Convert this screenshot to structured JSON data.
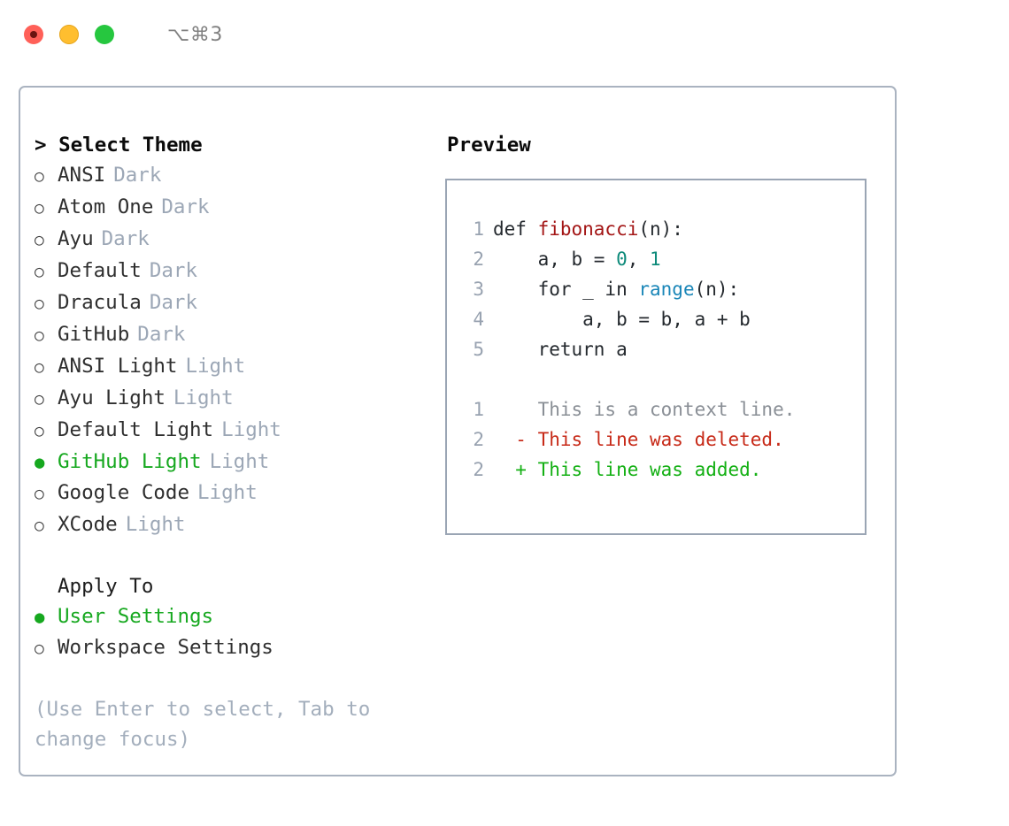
{
  "titlebar": {
    "buttons": [
      {
        "name": "close",
        "color": "#ff6058"
      },
      {
        "name": "minimize",
        "color": "#ffbe2f"
      },
      {
        "name": "maximize",
        "color": "#26c73f"
      }
    ],
    "shortcut": "⌥⌘3"
  },
  "theme_picker": {
    "caret": ">",
    "title": "Select Theme",
    "marker_selected": "●",
    "marker_unselected": "○",
    "accent_color": "#16a81f",
    "muted_color": "#9ca7b6",
    "items": [
      {
        "name": "ANSI",
        "variant": "Dark",
        "selected": false
      },
      {
        "name": "Atom One",
        "variant": "Dark",
        "selected": false
      },
      {
        "name": "Ayu",
        "variant": "Dark",
        "selected": false
      },
      {
        "name": "Default",
        "variant": "Dark",
        "selected": false
      },
      {
        "name": "Dracula",
        "variant": "Dark",
        "selected": false
      },
      {
        "name": "GitHub",
        "variant": "Dark",
        "selected": false
      },
      {
        "name": "ANSI Light",
        "variant": "Light",
        "selected": false
      },
      {
        "name": "Ayu Light",
        "variant": "Light",
        "selected": false
      },
      {
        "name": "Default Light",
        "variant": "Light",
        "selected": false
      },
      {
        "name": "GitHub Light",
        "variant": "Light",
        "selected": true
      },
      {
        "name": "Google Code",
        "variant": "Light",
        "selected": false
      },
      {
        "name": "XCode",
        "variant": "Light",
        "selected": false
      }
    ]
  },
  "apply_to": {
    "title": "Apply To",
    "items": [
      {
        "name": "User Settings",
        "selected": true
      },
      {
        "name": "Workspace Settings",
        "selected": false
      }
    ]
  },
  "hint": "(Use Enter to select, Tab to change focus)",
  "preview": {
    "title": "Preview",
    "code": [
      {
        "ln": "1",
        "indent": "",
        "tokens": [
          {
            "t": "def ",
            "c": "plain"
          },
          {
            "t": "fibonacci",
            "c": "fn"
          },
          {
            "t": "(n):",
            "c": "plain"
          }
        ]
      },
      {
        "ln": "2",
        "indent": "    ",
        "tokens": [
          {
            "t": "a, b = ",
            "c": "plain"
          },
          {
            "t": "0",
            "c": "num"
          },
          {
            "t": ", ",
            "c": "plain"
          },
          {
            "t": "1",
            "c": "num"
          }
        ]
      },
      {
        "ln": "3",
        "indent": "    ",
        "tokens": [
          {
            "t": "for _ in ",
            "c": "plain"
          },
          {
            "t": "range",
            "c": "builtin"
          },
          {
            "t": "(n):",
            "c": "plain"
          }
        ]
      },
      {
        "ln": "4",
        "indent": "        ",
        "tokens": [
          {
            "t": "a, b = b, a + b",
            "c": "plain"
          }
        ]
      },
      {
        "ln": "5",
        "indent": "    ",
        "tokens": [
          {
            "t": "return a",
            "c": "plain"
          }
        ]
      }
    ],
    "diff": [
      {
        "ln": "1",
        "sign": " ",
        "text": "This is a context line.",
        "kind": "ctx"
      },
      {
        "ln": "2",
        "sign": "-",
        "text": "This line was deleted.",
        "kind": "del"
      },
      {
        "ln": "2",
        "sign": "+",
        "text": "This line was added.",
        "kind": "add"
      }
    ]
  }
}
